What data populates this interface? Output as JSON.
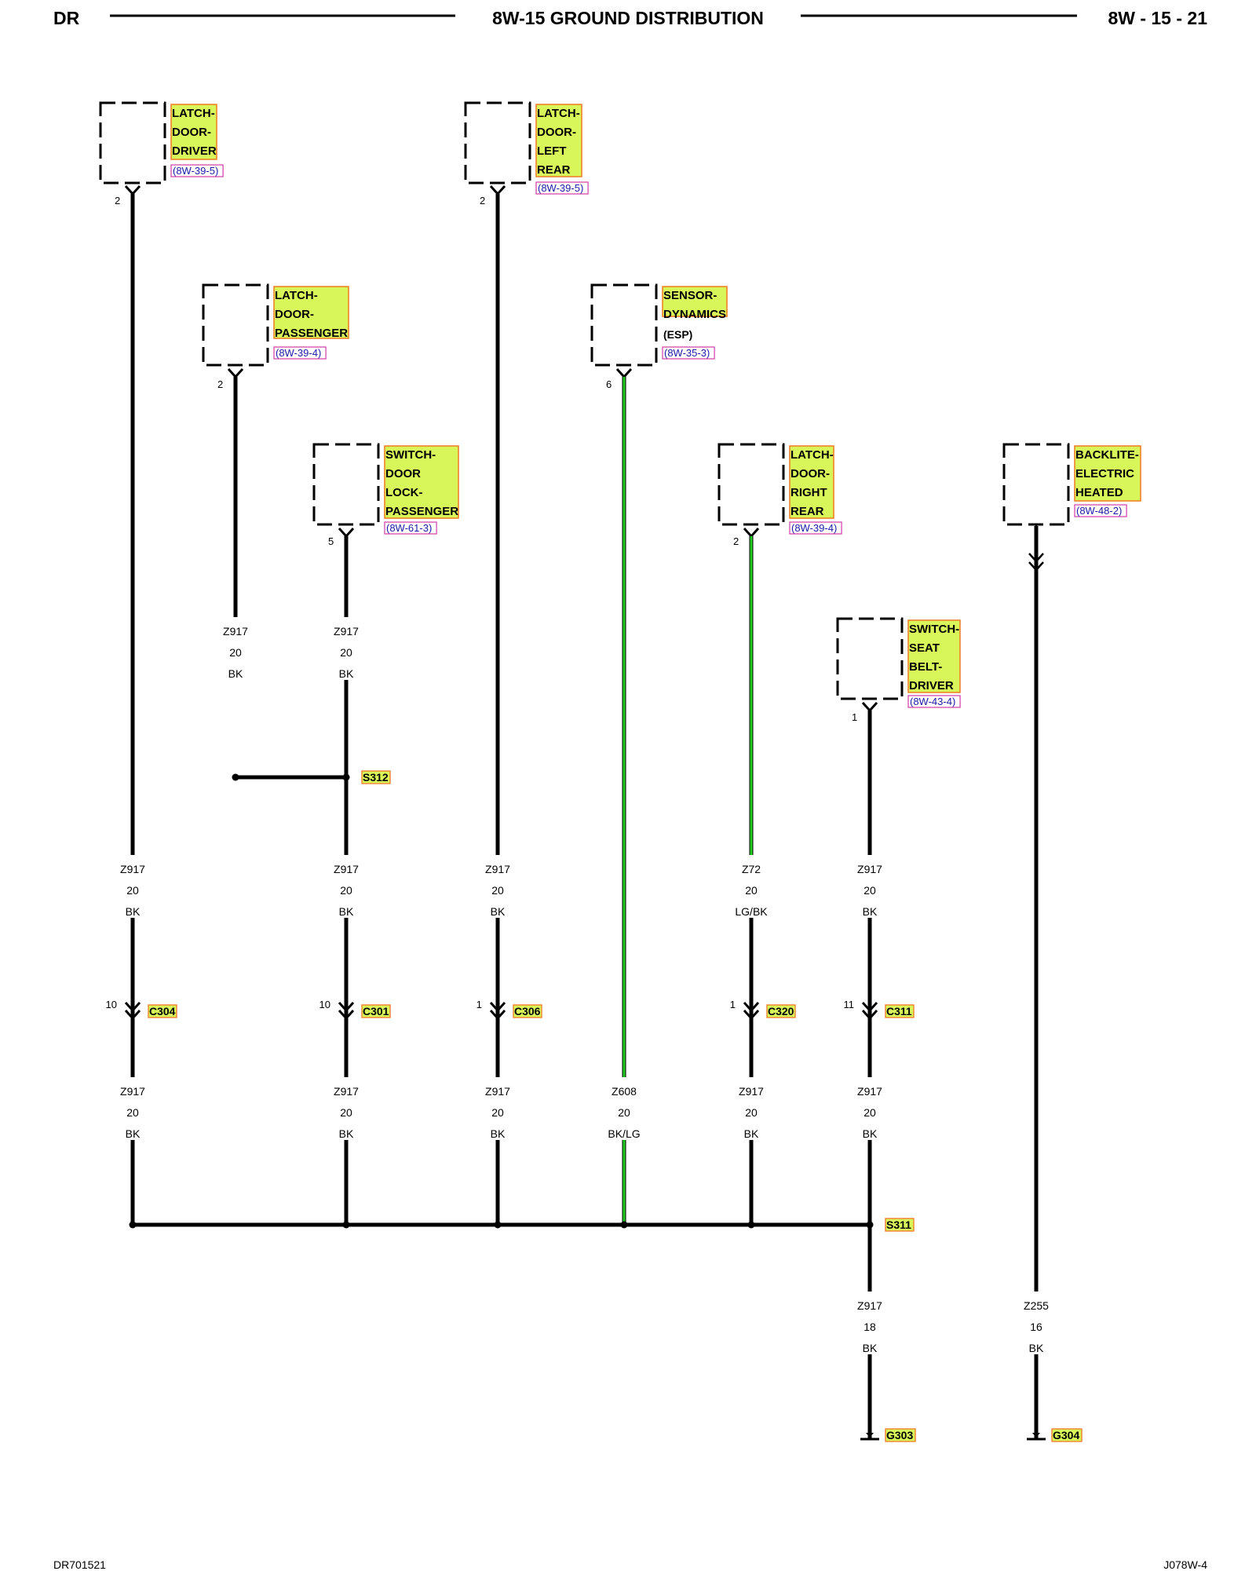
{
  "header": {
    "left": "DR",
    "title": "8W-15 GROUND DISTRIBUTION",
    "right": "8W - 15 - 21"
  },
  "footer": {
    "left": "DR701521",
    "right": "J078W-4"
  },
  "colors": {
    "label_fill": "#d8f55a",
    "label_border": "#ef7a22",
    "reference_border": "#d23ca8",
    "reference_text": "#1a1aa8",
    "green_wire": "#22cc22",
    "wire": "#000000"
  },
  "components": [
    {
      "id": "latch-door-driver",
      "lines": [
        "LATCH-",
        "DOOR-",
        "DRIVER"
      ],
      "extra": "",
      "reference": "(8W-39-5)",
      "pin": "2"
    },
    {
      "id": "latch-door-left-rear",
      "lines": [
        "LATCH-",
        "DOOR-",
        "LEFT",
        "REAR"
      ],
      "extra": "",
      "reference": "(8W-39-5)",
      "pin": "2"
    },
    {
      "id": "latch-door-passenger",
      "lines": [
        "LATCH-",
        "DOOR-",
        "PASSENGER"
      ],
      "extra": "",
      "reference": "(8W-39-4)",
      "pin": "2"
    },
    {
      "id": "sensor-dynamics",
      "lines": [
        "SENSOR-",
        "DYNAMICS"
      ],
      "extra": "(ESP)",
      "reference": "(8W-35-3)",
      "pin": "6"
    },
    {
      "id": "switch-door-lock-passenger",
      "lines": [
        "SWITCH-",
        "DOOR",
        "LOCK-",
        "PASSENGER"
      ],
      "extra": "",
      "reference": "(8W-61-3)",
      "pin": "5"
    },
    {
      "id": "latch-door-right-rear",
      "lines": [
        "LATCH-",
        "DOOR-",
        "RIGHT",
        "REAR"
      ],
      "extra": "",
      "reference": "(8W-39-4)",
      "pin": "2"
    },
    {
      "id": "backlite-electric-heated",
      "lines": [
        "BACKLITE-",
        "ELECTRIC",
        "HEATED"
      ],
      "extra": "",
      "reference": "(8W-48-2)",
      "pin": ""
    },
    {
      "id": "switch-seat-belt-driver",
      "lines": [
        "SWITCH-",
        "SEAT",
        "BELT-",
        "DRIVER"
      ],
      "extra": "",
      "reference": "(8W-43-4)",
      "pin": "1"
    }
  ],
  "wire_labels": [
    {
      "id": "passenger-upper",
      "circuit": "Z917",
      "gauge": "20",
      "color": "BK"
    },
    {
      "id": "lockswitch-upper",
      "circuit": "Z917",
      "gauge": "20",
      "color": "BK"
    },
    {
      "id": "driver-mid",
      "circuit": "Z917",
      "gauge": "20",
      "color": "BK"
    },
    {
      "id": "s312-mid",
      "circuit": "Z917",
      "gauge": "20",
      "color": "BK"
    },
    {
      "id": "leftrear-mid",
      "circuit": "Z917",
      "gauge": "20",
      "color": "BK"
    },
    {
      "id": "rightrear-mid",
      "circuit": "Z72",
      "gauge": "20",
      "color": "LG/BK"
    },
    {
      "id": "seatbelt-mid",
      "circuit": "Z917",
      "gauge": "20",
      "color": "BK"
    },
    {
      "id": "driver-low",
      "circuit": "Z917",
      "gauge": "20",
      "color": "BK"
    },
    {
      "id": "s312-low",
      "circuit": "Z917",
      "gauge": "20",
      "color": "BK"
    },
    {
      "id": "leftrear-low",
      "circuit": "Z917",
      "gauge": "20",
      "color": "BK"
    },
    {
      "id": "esp-low",
      "circuit": "Z608",
      "gauge": "20",
      "color": "BK/LG"
    },
    {
      "id": "rightrear-low",
      "circuit": "Z917",
      "gauge": "20",
      "color": "BK"
    },
    {
      "id": "seatbelt-low",
      "circuit": "Z917",
      "gauge": "20",
      "color": "BK"
    },
    {
      "id": "s311-ground",
      "circuit": "Z917",
      "gauge": "18",
      "color": "BK"
    },
    {
      "id": "backlite-ground",
      "circuit": "Z255",
      "gauge": "16",
      "color": "BK"
    }
  ],
  "connectors": [
    {
      "id": "C304",
      "pin": "10"
    },
    {
      "id": "C301",
      "pin": "10"
    },
    {
      "id": "C306",
      "pin": "1"
    },
    {
      "id": "C320",
      "pin": "1"
    },
    {
      "id": "C311",
      "pin": "11"
    }
  ],
  "splices": [
    "S312",
    "S311"
  ],
  "grounds": [
    "G303",
    "G304"
  ]
}
